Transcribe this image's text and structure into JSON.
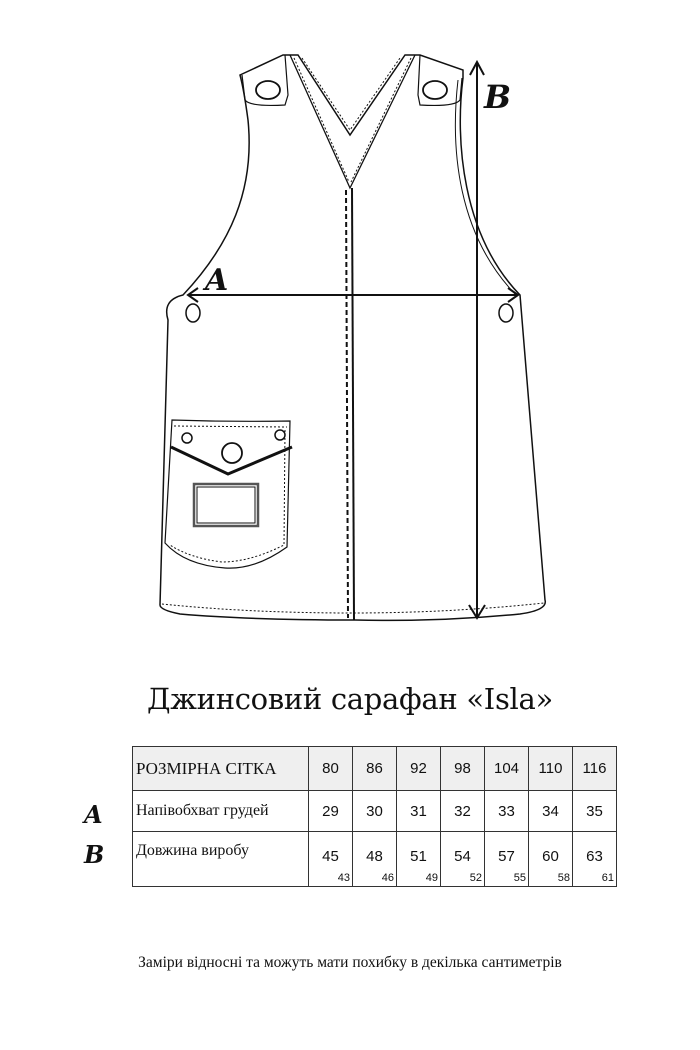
{
  "sketch": {
    "label_a": "A",
    "label_b": "B"
  },
  "title": "Джинсовий сарафан «Isla»",
  "size_table": {
    "header_label": "РОЗМІРНА СІТКА",
    "sizes": [
      "80",
      "86",
      "92",
      "98",
      "104",
      "110",
      "116"
    ],
    "rows": [
      {
        "marker": "A",
        "label": "Напівобхват грудей",
        "values": [
          "29",
          "30",
          "31",
          "32",
          "33",
          "34",
          "35"
        ]
      },
      {
        "marker": "B",
        "label": "Довжина виробу",
        "values": [
          "45",
          "48",
          "51",
          "54",
          "57",
          "60",
          "63"
        ],
        "sub_values": [
          "43",
          "46",
          "49",
          "52",
          "55",
          "58",
          "61"
        ]
      }
    ]
  },
  "note": "Заміри відносні та можуть мати похибку в декілька сантиметрів"
}
